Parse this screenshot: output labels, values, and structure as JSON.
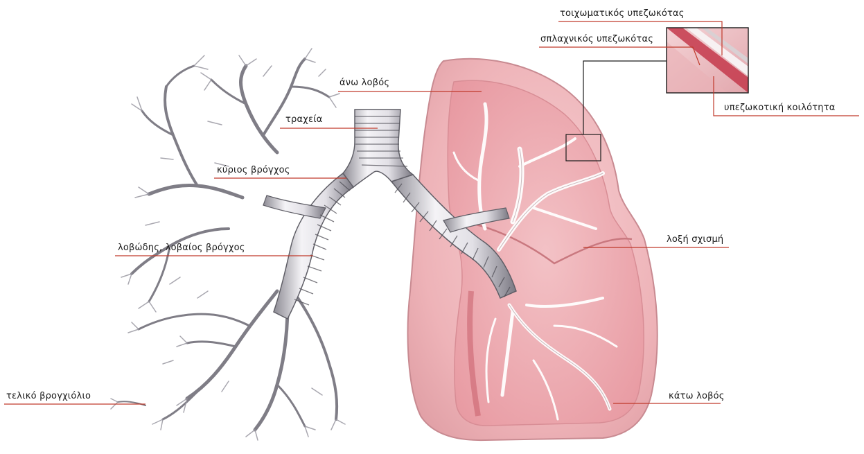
{
  "labels": {
    "parietal_pleura": "τοιχωματικός υπεζωκότας",
    "visceral_pleura": "σπλαχνικός υπεζωκότας",
    "pleural_cavity": "υπεζωκοτική κοιλότητα",
    "upper_lobe": "άνω λοβός",
    "trachea": "τραχεία",
    "main_bronchus": "κύριος βρόγχος",
    "lobar_bronchus": "λοβώδης, λοβαίος βρόγχος",
    "oblique_fissure": "λοξή σχισμή",
    "terminal_bronchiole": "τελικό βρογχιόλιο",
    "lower_lobe": "κάτω λοβός"
  },
  "colors": {
    "leader_line": "#c0392b",
    "lung_tissue": "#f1b9bd",
    "lung_inner": "#eaa3aa",
    "airway": "#e6e4e8",
    "airway_outline": "#5f5e66"
  }
}
